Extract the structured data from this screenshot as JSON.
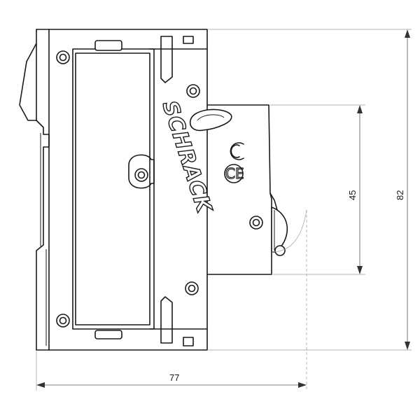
{
  "brand": {
    "logo_text": "SCHRACK"
  },
  "markings": {
    "ce_mark": "CE"
  },
  "dimensions": {
    "depth": "77",
    "overall_height": "82",
    "front_height": "45"
  }
}
